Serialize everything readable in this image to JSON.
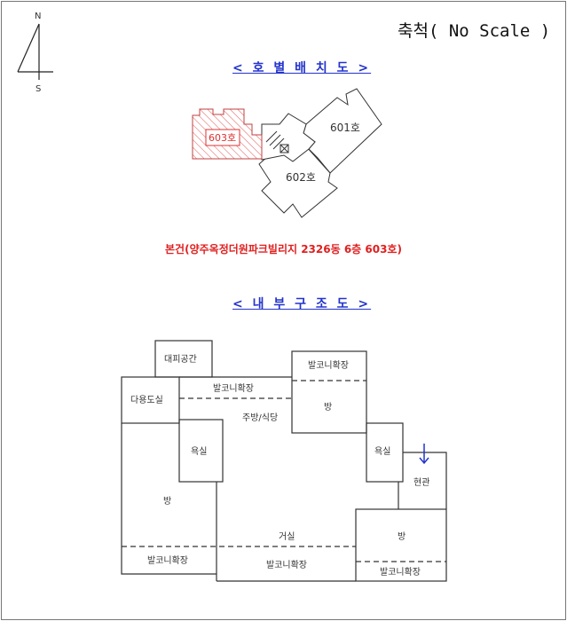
{
  "scale_label": "축척( No Scale )",
  "compass": {
    "north": "N",
    "south": "S"
  },
  "layout_section": {
    "title": "< 호 별 배 치 도 >",
    "units": [
      "603호",
      "601호",
      "602호"
    ],
    "highlight_color": "#e03030",
    "address": "본건(양주옥정더원파크빌리지  2326동 6층 603호)"
  },
  "floor_section": {
    "title": "< 내 부 구 조 도 >",
    "rooms": {
      "evac": "대피공간",
      "utility": "다용도실",
      "balcony_top": "발코니확장",
      "kitchen": "주방/식당",
      "balcony_topright": "발코니확장",
      "room_topright": "방",
      "bath_left": "욕실",
      "bath_right": "욕실",
      "entrance": "현관",
      "room_left": "방",
      "living": "거실",
      "room_right": "방",
      "balcony_left": "발코니확장",
      "balcony_mid": "발코니확장",
      "balcony_right": "발코니확장"
    }
  }
}
